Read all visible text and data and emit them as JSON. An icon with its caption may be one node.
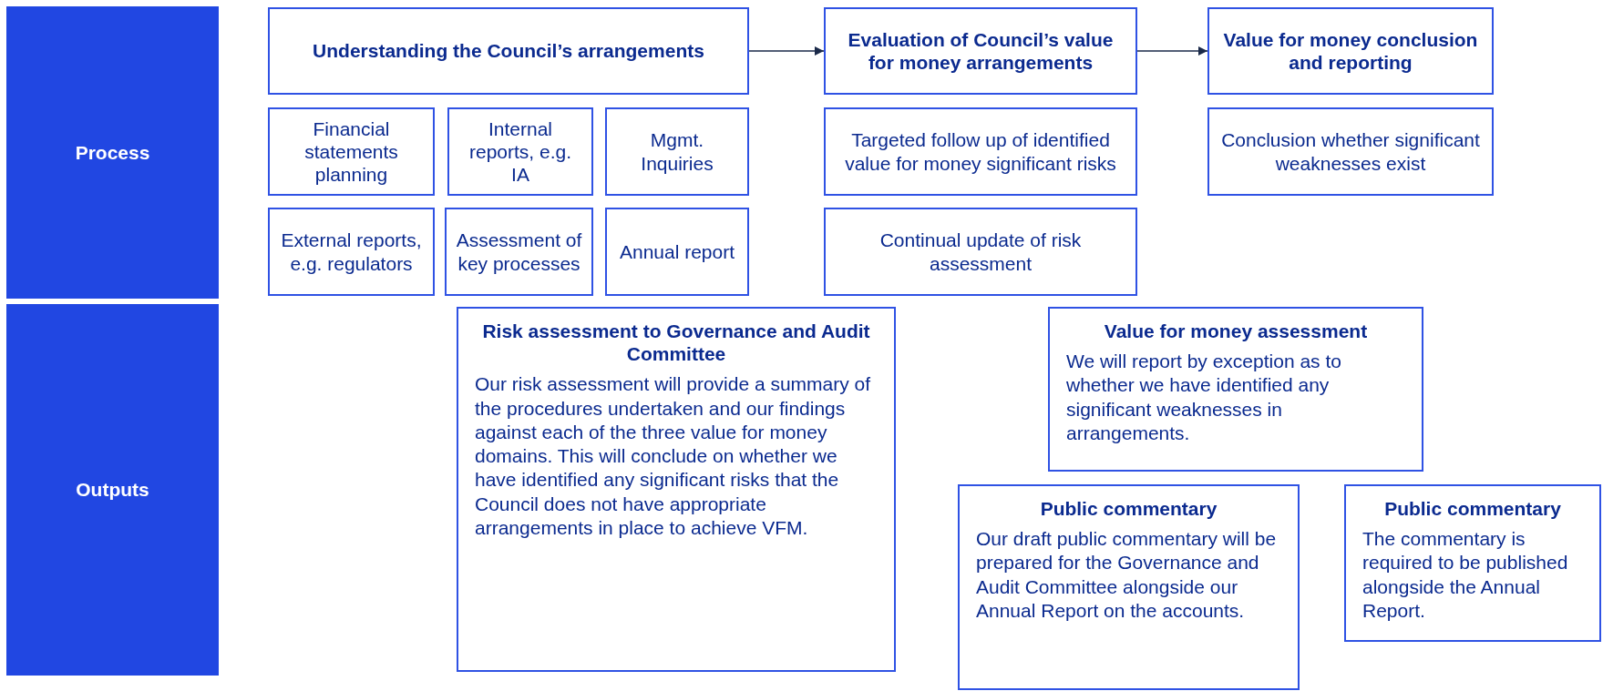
{
  "diagram": {
    "nodes": [
      {
        "text": [
          "Process"
        ]
      },
      {
        "text": [
          "Outputs"
        ]
      },
      {
        "text": [
          "Understanding the Council’s arrangements"
        ]
      },
      {
        "text": [
          "Evaluation of Council’s value for money arrangements"
        ]
      },
      {
        "text": [
          "Value for money conclusion and reporting"
        ]
      },
      {
        "text": [
          "Financial statements planning"
        ]
      },
      {
        "text": [
          "Internal reports, e.g. IA"
        ]
      },
      {
        "text": [
          "Mgmt. Inquiries"
        ]
      },
      {
        "text": [
          "Targeted follow up of identified value for money significant risks"
        ]
      },
      {
        "text": [
          "Conclusion whether significant weaknesses exist"
        ]
      },
      {
        "text": [
          "External reports, e.g. regulators"
        ]
      },
      {
        "text": [
          "Assessment of key processes"
        ]
      },
      {
        "text": [
          "Annual report"
        ]
      },
      {
        "text": [
          "Continual update of risk assessment"
        ]
      },
      {
        "text": [
          "Risk assessment to Governance and Audit Committee",
          "Our risk assessment will provide a summary of the procedures undertaken and our findings against each of the three value for money domains. This will conclude on whether we have identified any significant risks that the Council does not have appropriate arrangements in place to achieve VFM."
        ]
      },
      {
        "text": [
          "Value for money assessment",
          "We will report by exception as to whether we have identified any significant weaknesses in arrangements."
        ]
      },
      {
        "text": [
          "Public commentary",
          "Our draft public commentary will be prepared for the Governance and Audit Committee alongside our Annual Report on the accounts."
        ]
      },
      {
        "text": [
          "Public commentary",
          "The commentary is required to be published alongside the Annual Report."
        ]
      }
    ],
    "edges": [
      {
        "from": 2,
        "to": 3,
        "arrow": "to"
      },
      {
        "from": 3,
        "to": 4,
        "arrow": "to"
      }
    ]
  }
}
